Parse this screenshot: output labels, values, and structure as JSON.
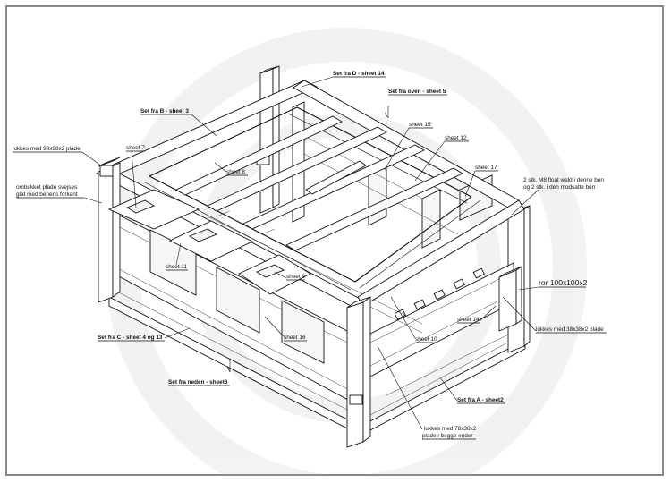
{
  "drawing": {
    "callouts": [
      {
        "id": "top-view",
        "text": "Set fra D - sheet 14"
      },
      {
        "id": "top-oven",
        "text": "Set fra oven - sheet 5"
      },
      {
        "id": "set-b",
        "text": "Set fra B - sheet 3"
      },
      {
        "id": "sheet15",
        "text": "sheet 15"
      },
      {
        "id": "sheet12",
        "text": "sheet 12"
      },
      {
        "id": "lukkes-98",
        "text": "lukkes med 98x98x2 plade"
      },
      {
        "id": "sheet7",
        "text": "sheet 7"
      },
      {
        "id": "sheet17",
        "text": "sheet 17"
      },
      {
        "id": "sheet8",
        "text": "sheet 8"
      },
      {
        "id": "m8-line1",
        "text": "2 stk. M8 float weld i denne ben"
      },
      {
        "id": "m8-line2",
        "text": "og 2 stk. i den modsatte ben"
      },
      {
        "id": "ombukket1",
        "text": "ombukket plade svejses"
      },
      {
        "id": "ombukket2",
        "text": "glat med benens forkant"
      },
      {
        "id": "sheet11",
        "text": "sheet 11"
      },
      {
        "id": "sheet9",
        "text": "sheet 9"
      },
      {
        "id": "ror",
        "text": "ror 100x100x2"
      },
      {
        "id": "sheet14",
        "text": "sheet 14"
      },
      {
        "id": "lukkes-38",
        "text": "lukkes med 38x38x2 plade"
      },
      {
        "id": "set-c",
        "text": "Set fra C - sheet 4 og 13"
      },
      {
        "id": "sheet16",
        "text": "sheet 16"
      },
      {
        "id": "sheet10",
        "text": "sheet 10"
      },
      {
        "id": "set-neden",
        "text": "Set fra neden - sheet6"
      },
      {
        "id": "set-a",
        "text": "Set fra A - sheet2"
      },
      {
        "id": "lukkes-78-1",
        "text": "lukkes med 78x38x2"
      },
      {
        "id": "lukkes-78-2",
        "text": "plade i begge ender"
      }
    ]
  }
}
